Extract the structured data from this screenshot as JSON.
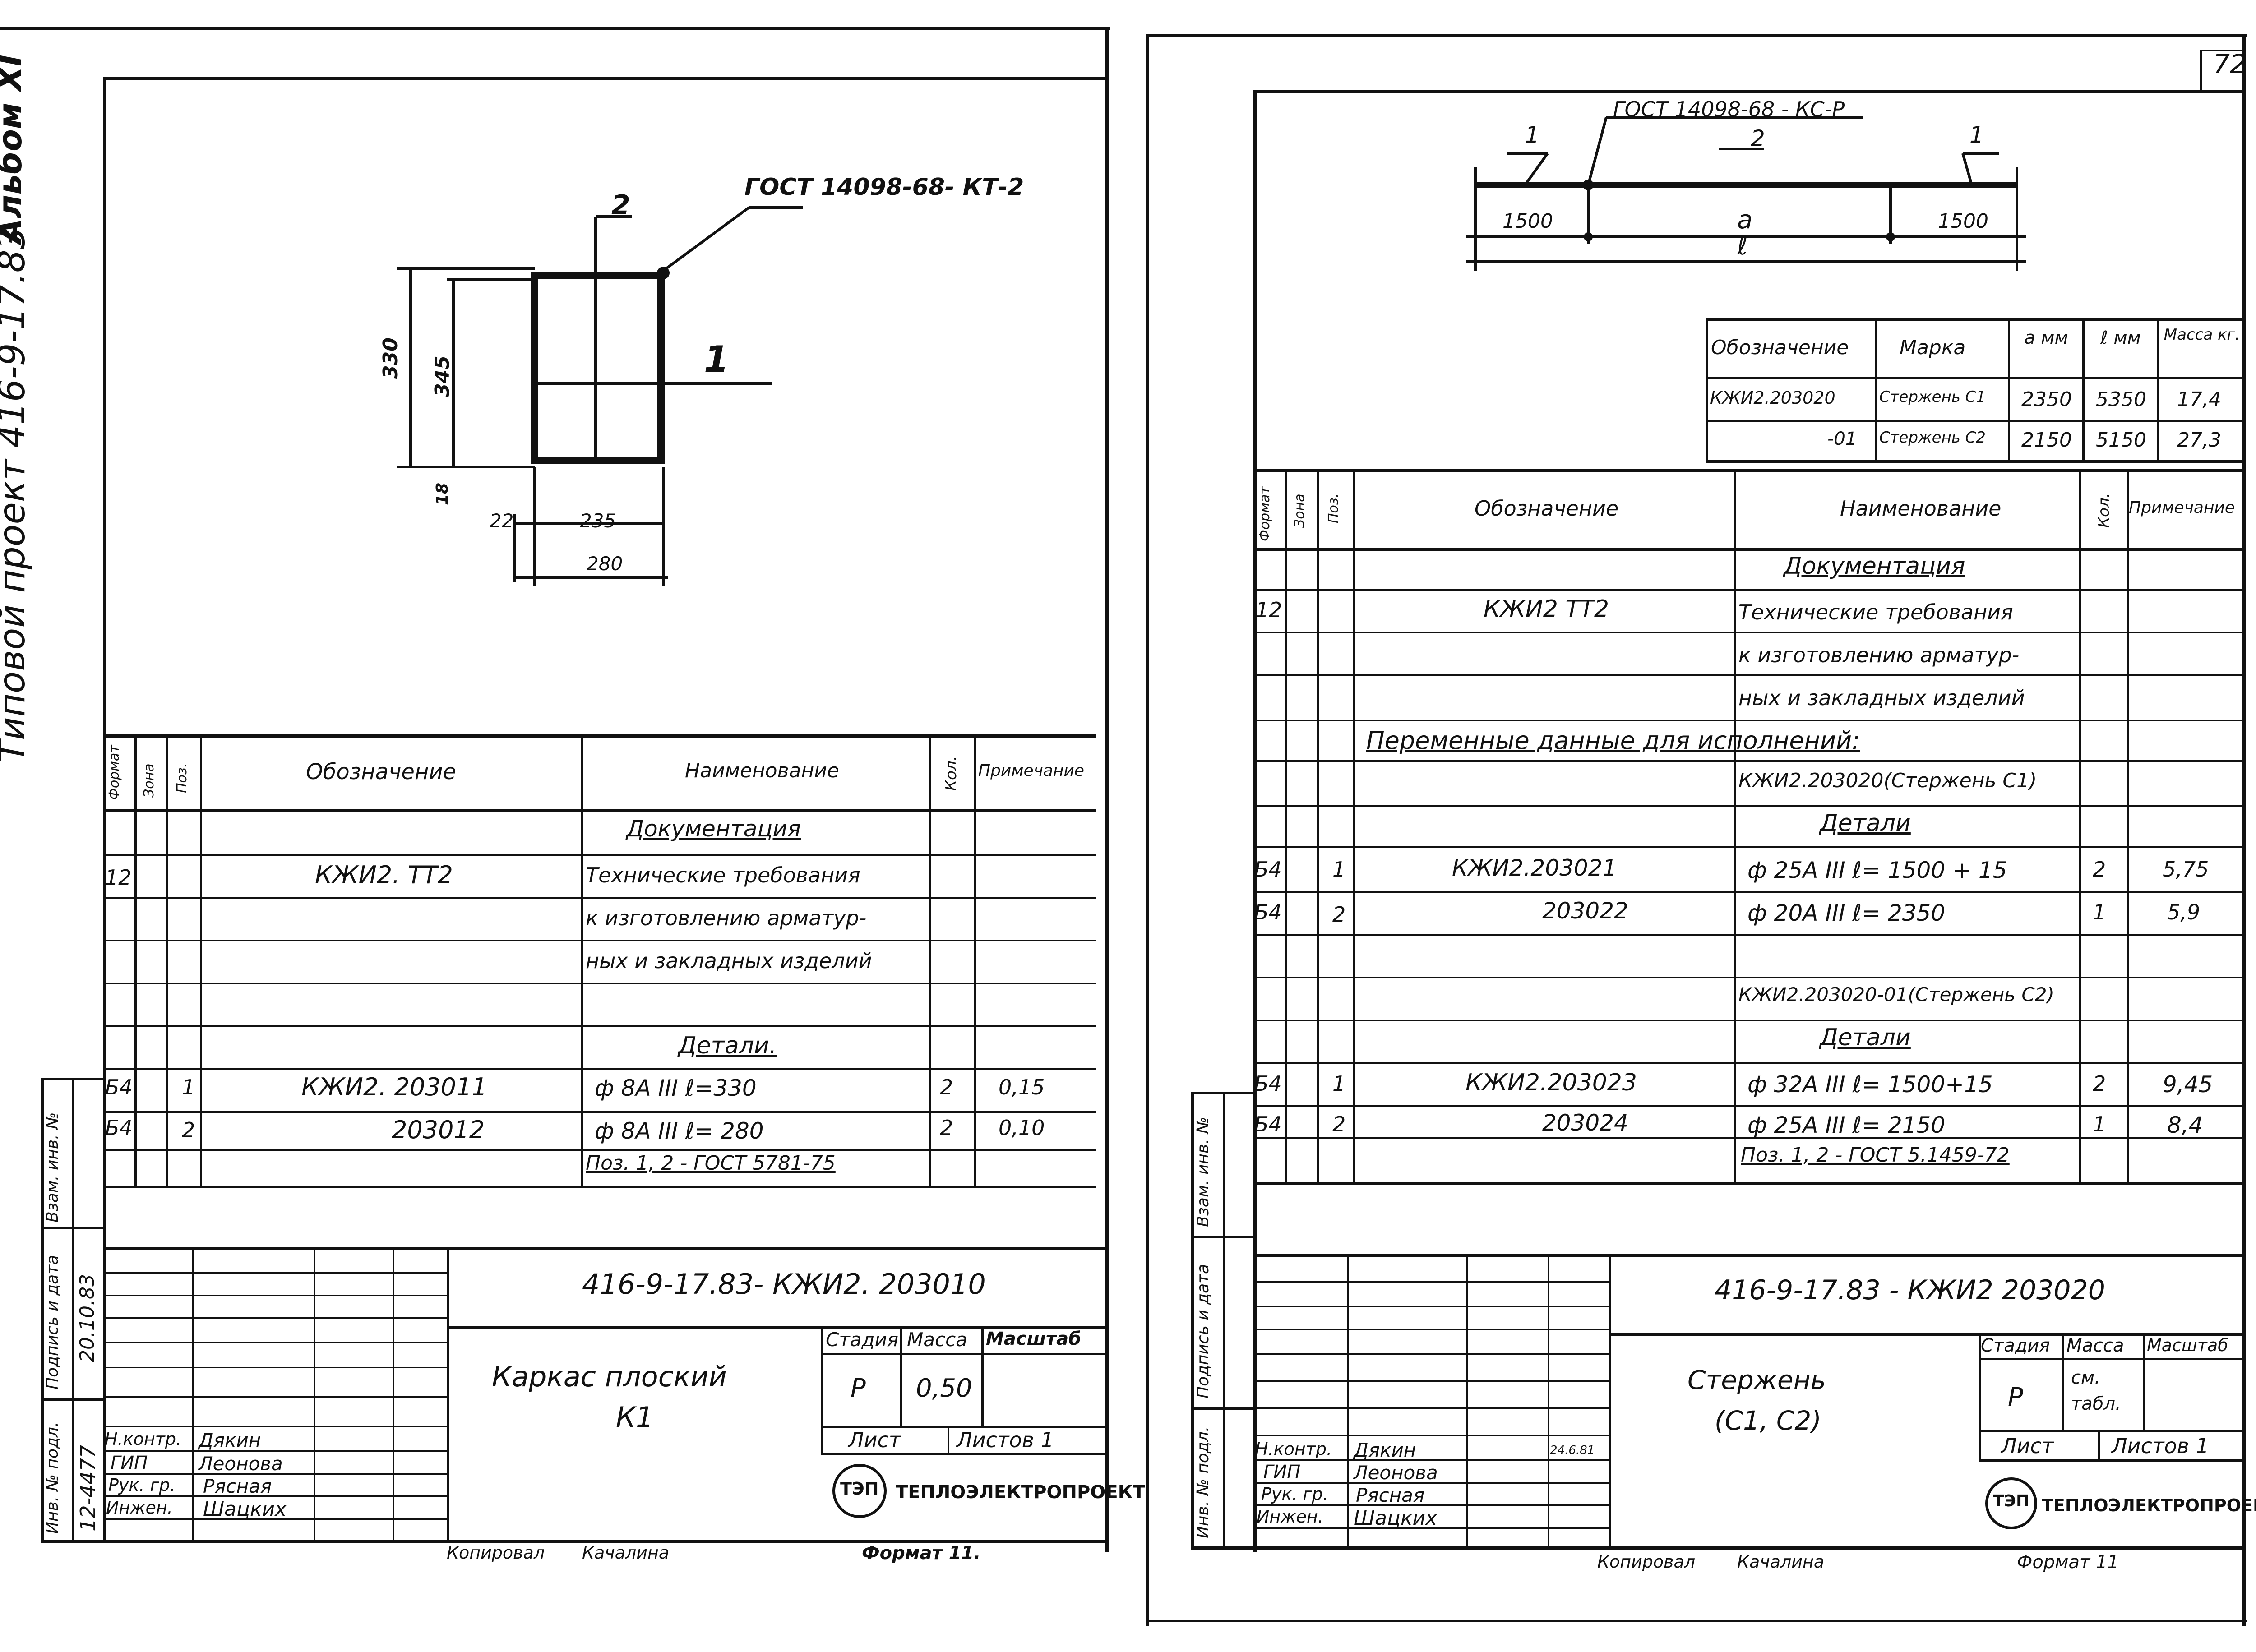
{
  "left": {
    "album_label": "Альбом XI",
    "project_label": "Типовой проект 416-9-17.83",
    "drawing": {
      "gost_label": "ГОСТ 14098-68- КТ-2",
      "pos1": "1",
      "pos2": "2",
      "dim_330": "330",
      "dim_345": "345",
      "dim_18": "18",
      "dim_22": "22",
      "dim_235": "235",
      "dim_280": "280"
    },
    "spec_headers": {
      "format": "Формат",
      "zone": "Зона",
      "pos": "Поз.",
      "designation": "Обозначение",
      "name": "Наименование",
      "qty": "Кол.",
      "note": "Примечание"
    },
    "rows": [
      {
        "format": "",
        "pos": "",
        "designation": "",
        "name": "Документация",
        "qty": "",
        "note": ""
      },
      {
        "format": "12",
        "pos": "",
        "designation": "КЖИ2. ТТ2",
        "name": "Технические требования",
        "qty": "",
        "note": ""
      },
      {
        "format": "",
        "pos": "",
        "designation": "",
        "name": "к изготовлению арматур-",
        "qty": "",
        "note": ""
      },
      {
        "format": "",
        "pos": "",
        "designation": "",
        "name": "ных и закладных изделий",
        "qty": "",
        "note": ""
      },
      {
        "format": "",
        "pos": "",
        "designation": "",
        "name": "",
        "qty": "",
        "note": ""
      },
      {
        "format": "",
        "pos": "",
        "designation": "",
        "name": "Детали.",
        "qty": "",
        "note": ""
      },
      {
        "format": "Б4",
        "pos": "1",
        "designation": "КЖИ2. 203011",
        "name": "ф 8А III  ℓ=330",
        "qty": "2",
        "note": "0,15"
      },
      {
        "format": "Б4",
        "pos": "2",
        "designation": "203012",
        "name": "ф 8А III  ℓ= 280",
        "qty": "2",
        "note": "0,10"
      },
      {
        "format": "",
        "pos": "",
        "designation": "",
        "name": "Поз. 1, 2 - ГОСТ 5781-75",
        "qty": "",
        "note": ""
      }
    ],
    "side": {
      "inv_orig": "Инв. № подл.",
      "inv_orig_value": "12-4477",
      "signature_date": "Подпись и дата",
      "signature_value": "20.10.83",
      "inv_dup": "Взам. инв. №"
    },
    "title_block": {
      "doc_code": "416-9-17.83- КЖИ2. 203010",
      "item_name_1": "Каркас  плоский",
      "item_name_2": "К1",
      "stage_label": "Стадия",
      "mass_label": "Масса",
      "scale_label": "Масштаб",
      "stage_value": "Р",
      "mass_value": "0,50",
      "sheet_label": "Лист",
      "sheets_label": "Листов 1",
      "org": "ТЕПЛОЭЛЕКТРОПРОЕКТ",
      "logo_letters": "ТЭП",
      "roles": [
        {
          "role": "Н.контр.",
          "name": "Дякин"
        },
        {
          "role": "ГИП",
          "name": "Леонова"
        },
        {
          "role": "Рук. гр.",
          "name": "Рясная"
        },
        {
          "role": "Инжен.",
          "name": "Шацких"
        }
      ],
      "copied": "Копировал",
      "copied_name": "Качалина",
      "format": "Формат 11."
    }
  },
  "right": {
    "page_number": "72",
    "drawing": {
      "gost_label": "ГОСТ 14098-68 - КС-Р",
      "pos1a": "1",
      "pos2": "2",
      "pos1b": "1",
      "dim_1500_left": "1500",
      "dim_a": "а",
      "dim_1500_right": "1500",
      "dim_l": "ℓ"
    },
    "variant_table": {
      "headers": [
        "Обозначение",
        "Марка",
        "а мм",
        "ℓ мм",
        "Масса кг."
      ],
      "rows": [
        [
          "КЖИ2.203020",
          "Стержень С1",
          "2350",
          "5350",
          "17,4"
        ],
        [
          "-01",
          "Стержень С2",
          "2150",
          "5150",
          "27,3"
        ]
      ]
    },
    "spec_headers": {
      "format": "Формат",
      "zone": "Зона",
      "pos": "Поз.",
      "designation": "Обозначение",
      "name": "Наименование",
      "qty": "Кол.",
      "note": "Примечание"
    },
    "rows": [
      {
        "format": "",
        "pos": "",
        "designation": "",
        "name": "Документация",
        "qty": "",
        "note": ""
      },
      {
        "format": "12",
        "pos": "",
        "designation": "КЖИ2 ТТ2",
        "name": "Технические требования",
        "qty": "",
        "note": ""
      },
      {
        "format": "",
        "pos": "",
        "designation": "",
        "name": "к изготовлению арматур-",
        "qty": "",
        "note": ""
      },
      {
        "format": "",
        "pos": "",
        "designation": "",
        "name": "ных и закладных изделий",
        "qty": "",
        "note": ""
      },
      {
        "format": "",
        "pos": "",
        "designation": "",
        "name": "",
        "qty": "",
        "note": ""
      },
      {
        "format": "",
        "pos": "",
        "designation": "",
        "name": "КЖИ2.203020(Стержень С1)",
        "qty": "",
        "note": ""
      },
      {
        "format": "",
        "pos": "",
        "designation": "",
        "name": "Детали",
        "qty": "",
        "note": ""
      },
      {
        "format": "Б4",
        "pos": "1",
        "designation": "КЖИ2.203021",
        "name": "ф 25А III  ℓ= 1500 + 15",
        "qty": "2",
        "note": "5,75"
      },
      {
        "format": "Б4",
        "pos": "2",
        "designation": "203022",
        "name": "ф 20А III  ℓ= 2350",
        "qty": "1",
        "note": "5,9"
      },
      {
        "format": "",
        "pos": "",
        "designation": "",
        "name": "",
        "qty": "",
        "note": ""
      },
      {
        "format": "",
        "pos": "",
        "designation": "",
        "name": "КЖИ2.203020-01(Стержень С2)",
        "qty": "",
        "note": ""
      },
      {
        "format": "",
        "pos": "",
        "designation": "",
        "name": "Детали",
        "qty": "",
        "note": ""
      },
      {
        "format": "Б4",
        "pos": "1",
        "designation": "КЖИ2.203023",
        "name": "ф 32А III  ℓ= 1500+15",
        "qty": "2",
        "note": "9,45"
      },
      {
        "format": "Б4",
        "pos": "2",
        "designation": "203024",
        "name": "ф 25А III  ℓ= 2150",
        "qty": "1",
        "note": "8,4"
      },
      {
        "format": "",
        "pos": "",
        "designation": "",
        "name": "Поз. 1, 2 - ГОСТ 5.1459-72",
        "qty": "",
        "note": ""
      }
    ],
    "variable_data_heading": "Переменные  данные  для  исполнений:",
    "side": {
      "inv_orig": "Инв. № подл.",
      "signature_date": "Подпись и дата",
      "inv_dup": "Взам. инв. №"
    },
    "title_block": {
      "doc_code": "416-9-17.83 -  КЖИ2  203020",
      "item_name_1": "Стержень",
      "item_name_2": "(С1, С2)",
      "stage_label": "Стадия",
      "mass_label": "Масса",
      "scale_label": "Масштаб",
      "stage_value": "Р",
      "mass_value": "см. табл.",
      "sheet_label": "Лист",
      "sheets_label": "Листов 1",
      "org": "ТЕПЛОЭЛЕКТРОПРОЕКТ",
      "logo_letters": "ТЭП",
      "sign_date": "24.6.81",
      "roles": [
        {
          "role": "Н.контр.",
          "name": "Дякин"
        },
        {
          "role": "ГИП",
          "name": "Леонова"
        },
        {
          "role": "Рук. гр.",
          "name": "Рясная"
        },
        {
          "role": "Инжен.",
          "name": "Шацких"
        }
      ],
      "copied": "Копировал",
      "copied_name": "Качалина",
      "format": "Формат 11"
    }
  }
}
